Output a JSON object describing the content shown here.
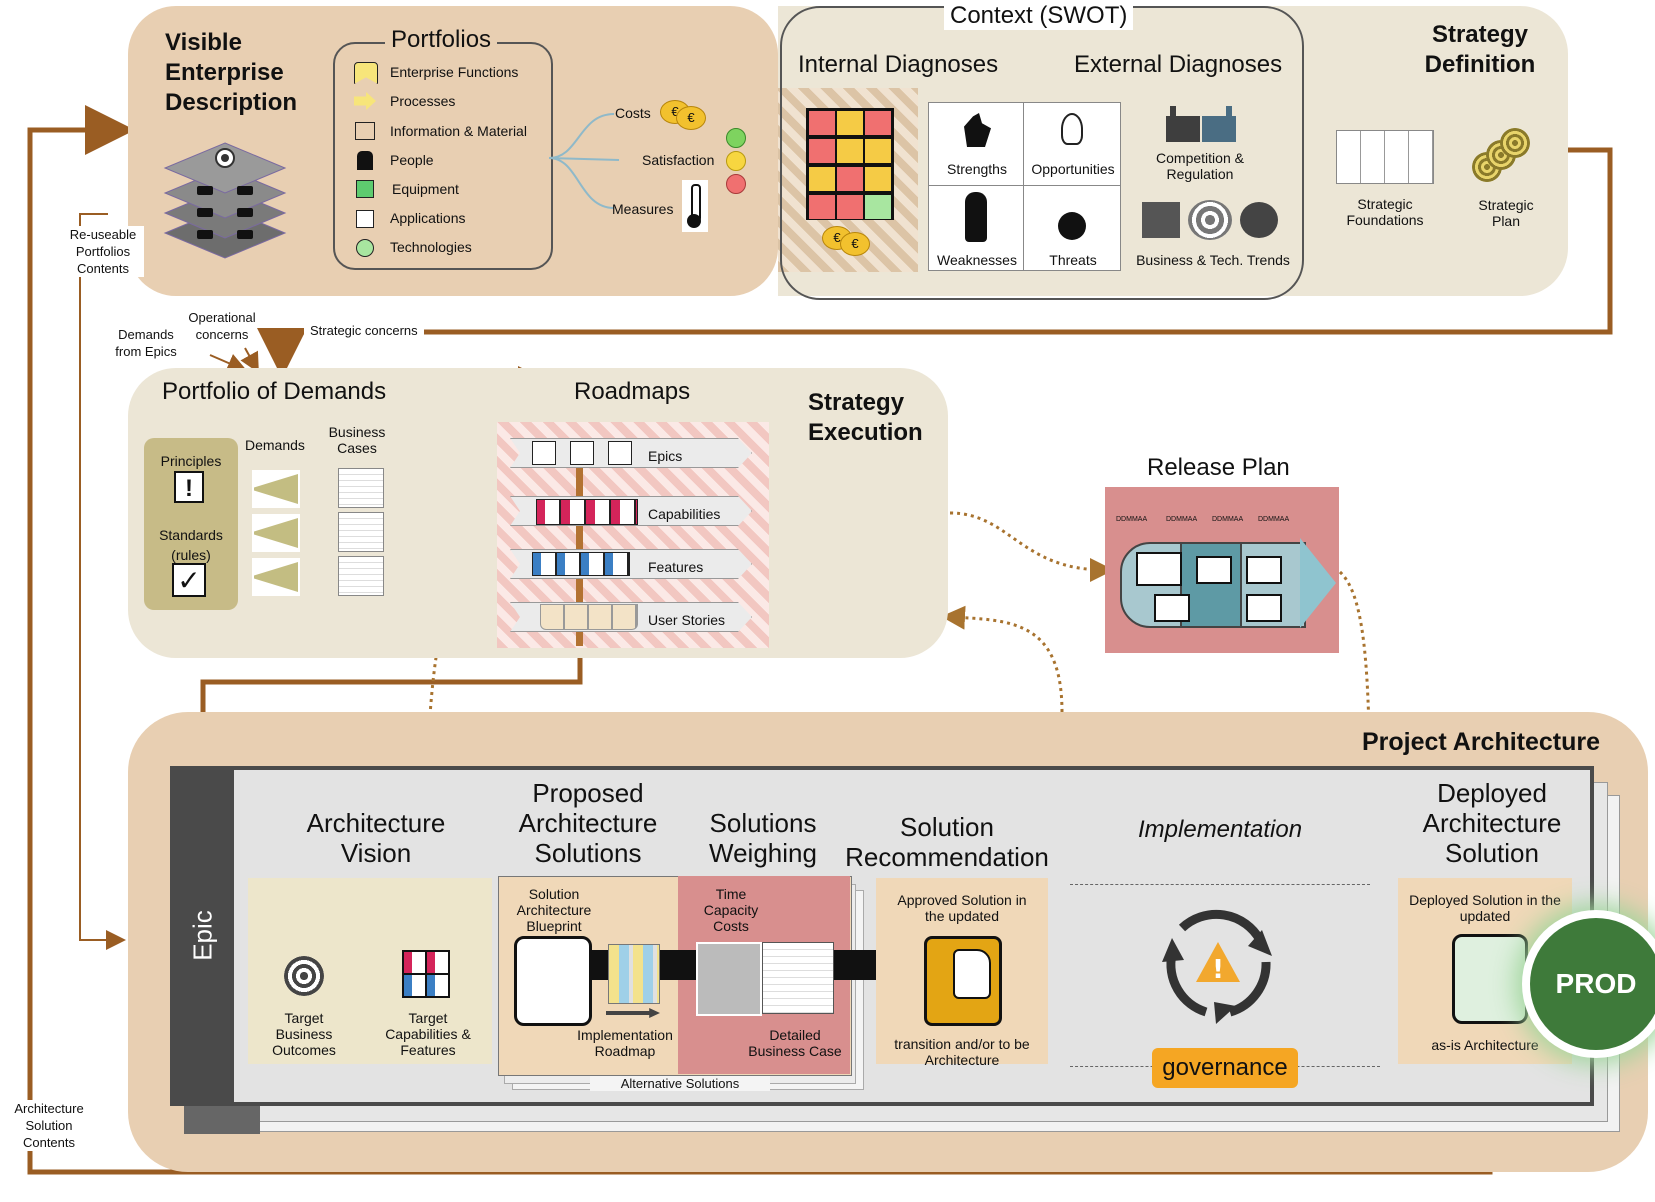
{
  "enterprise": {
    "title": "Visible Enterprise Description",
    "portfolios_title": "Portfolios",
    "items": [
      "Enterprise Functions",
      "Processes",
      "Information & Material",
      "People",
      "Equipment",
      "Applications",
      "Technologies"
    ],
    "costs": "Costs",
    "satisfaction": "Satisfaction",
    "measures": "Measures"
  },
  "swot": {
    "context": "Context (SWOT)",
    "internal": "Internal Diagnoses",
    "external": "External Diagnoses",
    "strengths": "Strengths",
    "opportunities": "Opportunities",
    "weaknesses": "Weaknesses",
    "threats": "Threats",
    "competition": "Competition & Regulation",
    "trends": "Business & Tech. Trends"
  },
  "strategy_def": {
    "title": "Strategy Definition",
    "foundations": "Strategic Foundations",
    "plan": "Strategic Plan"
  },
  "side_labels": {
    "reusable": "Re-useable Portfolios Contents",
    "arch_contents": "Architecture Solution Contents",
    "demands_epics": "Demands from Epics",
    "operational": "Operational concerns",
    "strategic_concerns": "Strategic concerns"
  },
  "execution": {
    "title": "Strategy Execution",
    "portfolio": "Portfolio of Demands",
    "roadmaps": "Roadmaps",
    "principles": "Principles",
    "standards": "Standards (rules)",
    "demands": "Demands",
    "business_cases": "Business Cases",
    "epics": "Epics",
    "capabilities": "Capabilities",
    "features": "Features",
    "user_stories": "User Stories"
  },
  "release": {
    "title": "Release Plan",
    "tags": [
      "DDMMAA",
      "DDMMAA",
      "DDMMAA",
      "DDMMAA"
    ]
  },
  "project": {
    "title": "Project Architecture",
    "epic": "Epic",
    "vision": "Architecture Vision",
    "target_outcomes": "Target Business Outcomes",
    "target_caps": "Target Capabilities & Features",
    "proposed": "Proposed Architecture Solutions",
    "blueprint": "Solution Architecture Blueprint",
    "impl_roadmap": "Implementation Roadmap",
    "alternatives": "Alternative Solutions",
    "weighing": "Solutions Weighing",
    "tcc": "Time Capacity Costs",
    "detailed_bc": "Detailed Business Case",
    "recommendation": "Solution Recommendation",
    "approved": "Approved Solution in the updated",
    "transition": "transition and/or to be Architecture",
    "implementation": "Implementation",
    "governance": "governance",
    "deployed": "Deployed Architecture Solution",
    "deployed_in": "Deployed Solution in the updated",
    "asis": "as-is Architecture",
    "prod": "PROD"
  }
}
